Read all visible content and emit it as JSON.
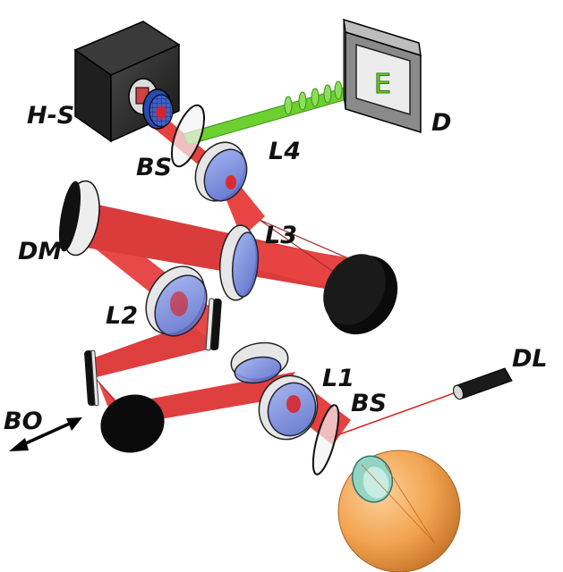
{
  "labels": {
    "hs": "H-S",
    "d": "D",
    "bs_top": "BS",
    "l4": "L4",
    "l3": "L3",
    "dm": "DM",
    "l2": "L2",
    "l1": "L1",
    "bs_bottom": "BS",
    "dl": "DL",
    "bo": "BO",
    "target_letter": "E"
  },
  "colors": {
    "beam": "#e01818",
    "beam_dark": "#8a0000",
    "green_beam": "#6cd130",
    "lens_glass": "#6f86e0",
    "lens_rim": "#e4e4e4",
    "mirror": "#111111",
    "eye": "#f0a050",
    "camera_body": "#2a2a2a",
    "display_frame": "#8a8a8a"
  }
}
